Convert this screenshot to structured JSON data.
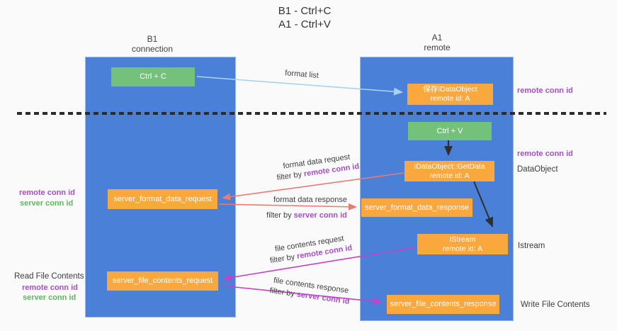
{
  "title": {
    "line1": "B1 - Ctrl+C",
    "line2": "A1 - Ctrl+V"
  },
  "lanes": {
    "left": {
      "name": "B1",
      "role": "connection"
    },
    "right": {
      "name": "A1",
      "role": "remote"
    }
  },
  "boxes": {
    "ctrl_c": {
      "label": "Ctrl + C"
    },
    "ctrl_v": {
      "label": "Ctrl + V"
    },
    "saved_dataobject": {
      "line1": "保存IDataObject",
      "line2": "remote id: A"
    },
    "getdata": {
      "line1": "IDataObject::GetData",
      "line2": "remote id: A"
    },
    "istream": {
      "line1": "IStream",
      "line2": "remote id: A"
    },
    "server_format_data_request": {
      "label": "server_format_data_request"
    },
    "server_format_data_response": {
      "label": "server_format_data_response"
    },
    "server_file_contents_request": {
      "label": "server_file_contents_request"
    },
    "server_file_contents_response": {
      "label": "server_file_contents_response"
    }
  },
  "arrows": {
    "format_list": {
      "label": "format list"
    },
    "format_data_request": {
      "label": "format data request",
      "filter_prefix": "filter by ",
      "filter_value": "remote conn id"
    },
    "format_data_response": {
      "label": "format data response",
      "filter_prefix": "filter by ",
      "filter_value": "server conn id"
    },
    "file_contents_request": {
      "label": "file contents request",
      "filter_prefix": "filter by ",
      "filter_value": "remote conn id"
    },
    "file_contents_response": {
      "label": "file contents response",
      "filter_prefix": "filter by ",
      "filter_value": "server conn id"
    }
  },
  "annotations": {
    "right_top_remote_conn": "remote conn id",
    "right_mid_remote_conn": "remote conn id",
    "dataobject": "DataObject",
    "istream": "Istream",
    "write_file_contents": "Write File Contents",
    "left_format_remote_conn": "remote conn id",
    "left_format_server_conn": "server conn id",
    "read_file_contents": "Read File Contents",
    "left_file_remote_conn": "remote conn id",
    "left_file_server_conn": "server conn id"
  },
  "colors": {
    "lane_blue": "#4a80d8",
    "box_green": "#74c17a",
    "box_orange": "#f9a83e",
    "arrow_blue": "#a9d3f2",
    "arrow_red": "#ec7a72",
    "arrow_magenta": "#c93fc9",
    "arrow_black": "#2f2f2f",
    "text_purple": "#a44fc4",
    "text_green": "#5cb85c",
    "text_dark": "#3c3c3c"
  }
}
